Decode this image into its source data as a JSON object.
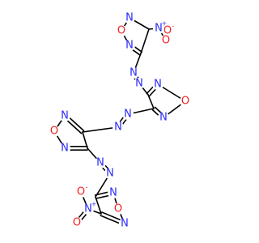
{
  "colors": {
    "carbon_bond": "#000000",
    "nitrogen": "#2a2af5",
    "oxygen": "#f21f1f",
    "background": "#ffffff"
  },
  "atoms": [
    {
      "id": "o1_nitro_top",
      "label": "O",
      "charge": "-",
      "color": "#f21f1f"
    },
    {
      "id": "n_nitro_top",
      "label": "N",
      "charge": "+",
      "color": "#2a2af5"
    },
    {
      "id": "o2_nitro_top",
      "label": "O",
      "charge": "",
      "color": "#f21f1f"
    },
    {
      "id": "ring1_n_a",
      "label": "N",
      "charge": "",
      "color": "#2a2af5"
    },
    {
      "id": "ring1_o",
      "label": "O",
      "charge": "",
      "color": "#f21f1f"
    },
    {
      "id": "ring1_n_b",
      "label": "N",
      "charge": "",
      "color": "#2a2af5"
    },
    {
      "id": "azo1_n_a",
      "label": "N",
      "charge": "",
      "color": "#2a2af5"
    },
    {
      "id": "azo1_n_b",
      "label": "N",
      "charge": "",
      "color": "#2a2af5"
    },
    {
      "id": "ring2_n_a",
      "label": "N",
      "charge": "",
      "color": "#2a2af5"
    },
    {
      "id": "ring2_o",
      "label": "O",
      "charge": "",
      "color": "#f21f1f"
    },
    {
      "id": "ring2_n_b",
      "label": "N",
      "charge": "",
      "color": "#2a2af5"
    },
    {
      "id": "azo2_n_a",
      "label": "N",
      "charge": "",
      "color": "#2a2af5"
    },
    {
      "id": "azo2_n_b",
      "label": "N",
      "charge": "",
      "color": "#2a2af5"
    },
    {
      "id": "ring3_o",
      "label": "O",
      "charge": "",
      "color": "#f21f1f"
    },
    {
      "id": "ring3_n_a",
      "label": "N",
      "charge": "",
      "color": "#2a2af5"
    },
    {
      "id": "ring3_n_b",
      "label": "N",
      "charge": "",
      "color": "#2a2af5"
    },
    {
      "id": "azo3_n_a",
      "label": "N",
      "charge": "",
      "color": "#2a2af5"
    },
    {
      "id": "azo3_n_b",
      "label": "N",
      "charge": "",
      "color": "#2a2af5"
    },
    {
      "id": "ring4_n_a",
      "label": "N",
      "charge": "",
      "color": "#2a2af5"
    },
    {
      "id": "ring4_o",
      "label": "O",
      "charge": "",
      "color": "#f21f1f"
    },
    {
      "id": "ring4_n_b",
      "label": "N",
      "charge": "",
      "color": "#2a2af5"
    },
    {
      "id": "o1_nitro_bot",
      "label": "O",
      "charge": "-",
      "color": "#f21f1f"
    },
    {
      "id": "n_nitro_bot",
      "label": "N",
      "charge": "+",
      "color": "#2a2af5"
    },
    {
      "id": "o2_nitro_bot",
      "label": "O",
      "charge": "",
      "color": "#f21f1f"
    }
  ]
}
